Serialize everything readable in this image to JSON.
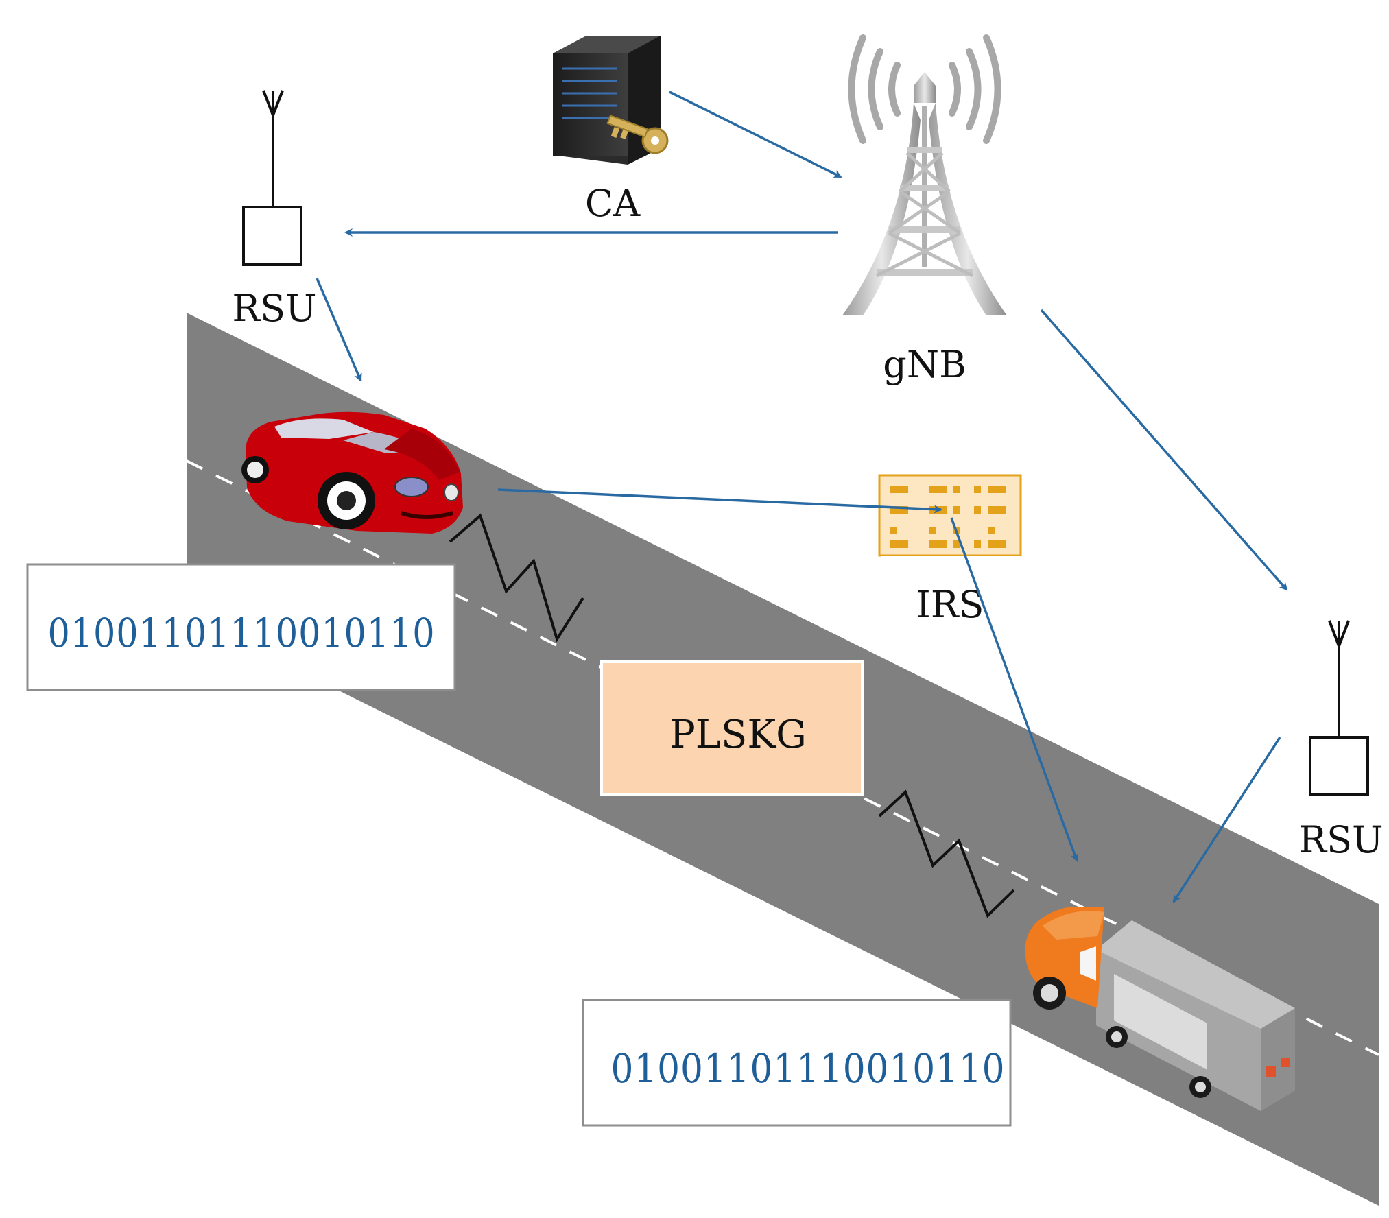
{
  "labels": {
    "ca": "CA",
    "gnb": "gNB",
    "rsu_left": "RSU",
    "rsu_right": "RSU",
    "irs": "IRS",
    "plskg": "PLSKG"
  },
  "bit_strings": {
    "left": "01001101110010110",
    "right": "01001101110010110"
  },
  "colors": {
    "road": "#808080",
    "arrow": "#2a6aa3",
    "bits_text": "#1f5f99",
    "plskg_box": "#fcd5b0",
    "irs_panel": "#fde7c3",
    "irs_elements": "#e3a21a",
    "car": "#c8000a",
    "truck_cab": "#f07a1e",
    "truck_box": "#a6a6a6"
  },
  "icons": {
    "ca": "server-key-icon",
    "gnb": "cell-tower-icon",
    "rsu": "antenna-box-icon",
    "irs": "reflecting-surface-icon",
    "car": "red-car-icon",
    "truck": "truck-icon"
  }
}
